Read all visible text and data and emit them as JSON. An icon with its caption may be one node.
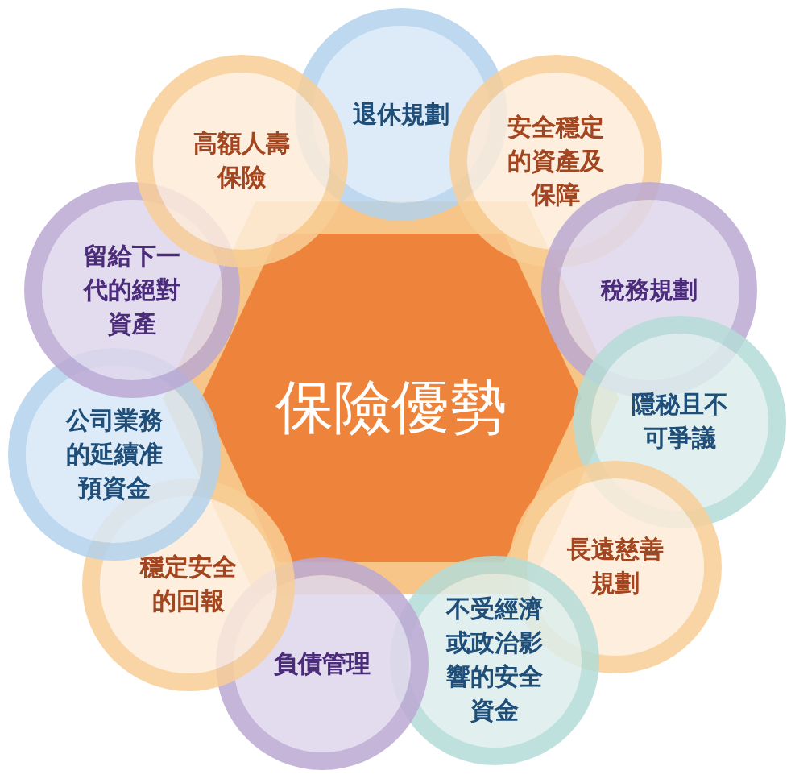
{
  "diagram": {
    "nodes": [
      {
        "text": [
          "保險優勢"
        ]
      },
      {
        "text": [
          "退休規劃"
        ]
      },
      {
        "text": [
          "安全穩定的資產及保障"
        ]
      },
      {
        "text": [
          "稅務規劃"
        ]
      },
      {
        "text": [
          "隱秘且不可爭議"
        ]
      },
      {
        "text": [
          "長遠慈善規劃"
        ]
      },
      {
        "text": [
          "不受經濟或政治影響的安全資金"
        ]
      },
      {
        "text": [
          "負債管理"
        ]
      },
      {
        "text": [
          "穩定安全的回報"
        ]
      },
      {
        "text": [
          "公司業務的延續准預資金"
        ]
      },
      {
        "text": [
          "留給下一代的絕對資產"
        ]
      },
      {
        "text": [
          "高額人壽保險"
        ]
      }
    ]
  }
}
